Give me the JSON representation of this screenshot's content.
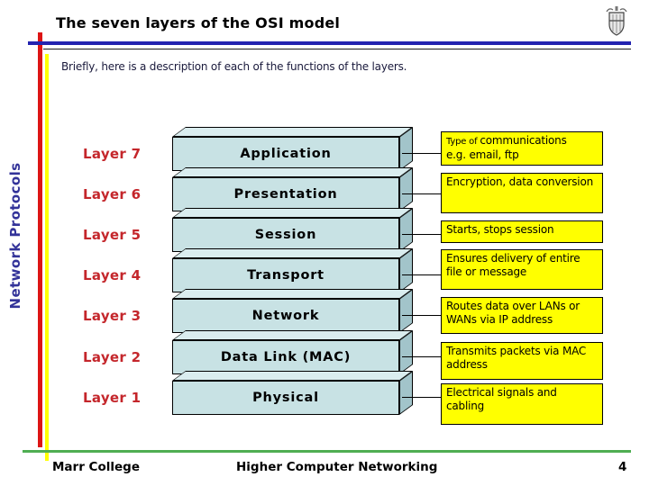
{
  "slide": {
    "title": "The seven layers of the OSI model",
    "intro": "Briefly, here is a description of each of the functions of the layers.",
    "sidebar_label": "Network Protocols",
    "footer_left": "Marr College",
    "footer_center": "Higher Computer Networking",
    "page_number": "4"
  },
  "layers": [
    {
      "label": "Layer 7",
      "box": "Application"
    },
    {
      "label": "Layer 6",
      "box": "Presentation"
    },
    {
      "label": "Layer 5",
      "box": "Session"
    },
    {
      "label": "Layer 4",
      "box": "Transport"
    },
    {
      "label": "Layer 3",
      "box": "Network"
    },
    {
      "label": "Layer 2",
      "box": "Data Link (MAC)"
    },
    {
      "label": "Layer 1",
      "box": "Physical"
    }
  ],
  "callouts": [
    {
      "prefix": "Type of ",
      "rest": "communications",
      "line2": "e.g. email, ftp"
    },
    {
      "text": "Encryption, data conversion"
    },
    {
      "text": "Starts, stops session"
    },
    {
      "text": "Ensures delivery of entire file or message"
    },
    {
      "text": "Routes data over LANs or WANs via IP address"
    },
    {
      "text": "Transmits packets via MAC address"
    },
    {
      "text": "Electrical signals and cabling"
    }
  ],
  "colors": {
    "layer_label_red": "#c4262b",
    "box_fill": "#c8e2e4",
    "box_top": "#daedef",
    "box_side": "#a2c4ca",
    "callout_yellow": "#ffff00",
    "title_rule_blue": "#2323b0",
    "footer_rule_green": "#4fae52",
    "side_rule_red": "#dd1515",
    "side_rule_yellow": "#ffff00",
    "sidebar_text_navy": "#333399"
  }
}
